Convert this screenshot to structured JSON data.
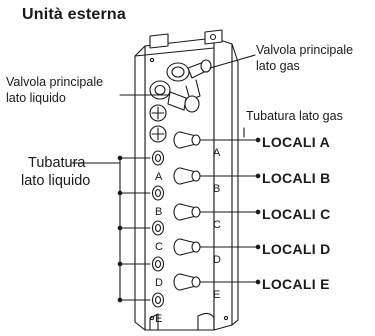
{
  "title": "Unità esterna",
  "labels": {
    "gas_main_valve": [
      "Valvola principale",
      "lato gas"
    ],
    "liquid_main_valve": [
      "Valvola principale",
      "lato liquido"
    ],
    "gas_pipe": "Tubatura lato gas",
    "liquid_pipe": [
      "Tubatura",
      "lato liquido"
    ]
  },
  "rooms": [
    "LOCALI A",
    "LOCALI B",
    "LOCALI C",
    "LOCALI D",
    "LOCALI E"
  ],
  "port_letters_gas": [
    "A",
    "B",
    "C",
    "D",
    "E"
  ],
  "port_letters_liquid": [
    "A",
    "B",
    "C",
    "D",
    "E"
  ],
  "colors": {
    "line": "#1a1a1a",
    "text": "#1a1a1a",
    "background": "#ffffff"
  }
}
